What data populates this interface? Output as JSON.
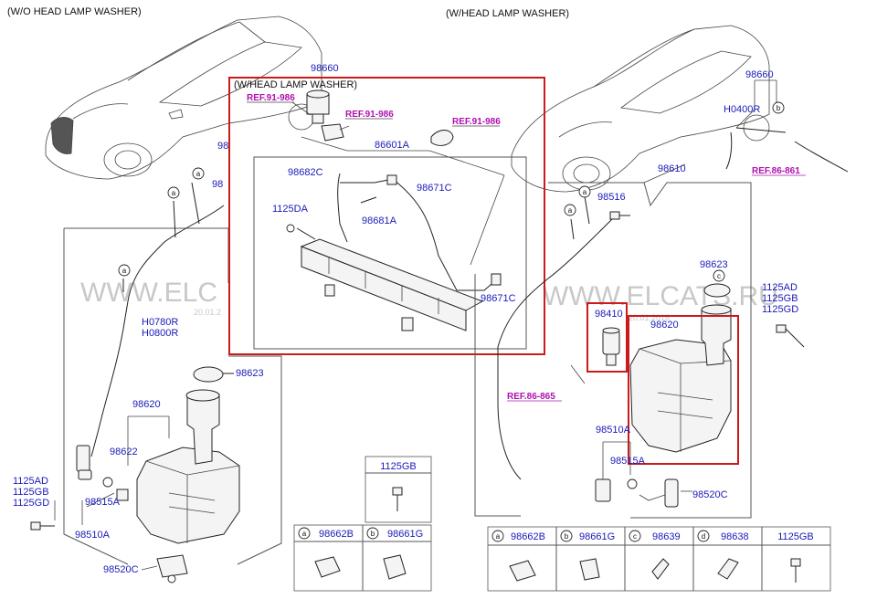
{
  "headers": {
    "left": "(W/O HEAD LAMP WASHER)",
    "right": "(W/HEAD LAMP WASHER)",
    "inset": "(W/HEAD LAMP WASHER)"
  },
  "watermark": {
    "left_text": "WWW.ELC",
    "right_text": "WWW.ELCATS.RU",
    "left_date": "20.01.2",
    "right_date": "20.01.2016"
  },
  "refs": {
    "inset_1": "REF.91-986",
    "inset_2": "REF.91-986",
    "inset_3": "REF.91-986",
    "right_hose": "REF.86-861",
    "right_pump": "REF.86-865"
  },
  "left_parts": {
    "p98660": "98660",
    "p98_a": "98",
    "p98_b": "98",
    "h0780r": "H0780R",
    "h0800r": "H0800R",
    "p98623": "98623",
    "p98620": "98620",
    "p98622": "98622",
    "p98515a": "98515A",
    "p98510a": "98510A",
    "p98520c": "98520C",
    "p1125ad": "1125AD",
    "p1125gb": "1125GB",
    "p1125gd": "1125GD"
  },
  "inset_parts": {
    "p86601a": "86601A",
    "p98682c": "98682C",
    "p98671c_1": "98671C",
    "p1125da": "1125DA",
    "p98681a": "98681A",
    "p98671c_2": "98671C"
  },
  "right_parts": {
    "p98660": "98660",
    "h0400r": "H0400R",
    "p98610": "98610",
    "p98516": "98516",
    "p98623": "98623",
    "p1125ad": "1125AD",
    "p1125gb": "1125GB",
    "p1125gd": "1125GD",
    "p98410": "98410",
    "p98620": "98620",
    "p98510a": "98510A",
    "p98515a": "98515A",
    "p98520c": "98520C"
  },
  "callout_letters": {
    "a": "a",
    "b": "b",
    "c": "c",
    "d": "d"
  },
  "tables": {
    "left_single": {
      "col": "1125GB"
    },
    "left_pair": [
      {
        "letter": "a",
        "part": "98662B"
      },
      {
        "letter": "b",
        "part": "98661G"
      }
    ],
    "right_row": [
      {
        "letter": "a",
        "part": "98662B"
      },
      {
        "letter": "b",
        "part": "98661G"
      },
      {
        "letter": "c",
        "part": "98639"
      },
      {
        "letter": "d",
        "part": "98638"
      },
      {
        "letter": "",
        "part": "1125GB"
      }
    ]
  }
}
